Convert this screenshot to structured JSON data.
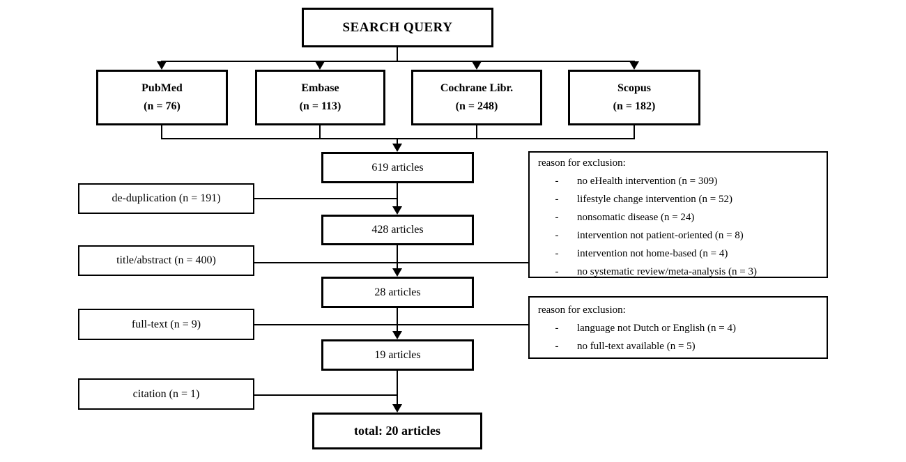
{
  "diagram": {
    "search_query": {
      "label": "SEARCH QUERY"
    },
    "databases": [
      {
        "name": "PubMed",
        "count": "(n = 76)"
      },
      {
        "name": "Embase",
        "count": "(n = 113)"
      },
      {
        "name": "Cochrane Libr.",
        "count": "(n = 248)"
      },
      {
        "name": "Scopus",
        "count": "(n = 182)"
      }
    ],
    "stages": [
      {
        "label": "619 articles"
      },
      {
        "label": "428 articles"
      },
      {
        "label": "28 articles"
      },
      {
        "label": "19 articles"
      }
    ],
    "total": {
      "label": "total: 20 articles"
    },
    "removals": [
      {
        "label": "de-duplication (n = 191)"
      },
      {
        "label": "title/abstract (n = 400)"
      },
      {
        "label": "full-text (n = 9)"
      },
      {
        "label": "citation (n = 1)"
      }
    ],
    "bullet_glyph": "-",
    "exclusions": [
      {
        "header": "reason for exclusion:",
        "items": [
          "no eHealth intervention (n = 309)",
          "lifestyle change intervention (n = 52)",
          "nonsomatic disease (n = 24)",
          "intervention not patient-oriented (n = 8)",
          "intervention not home-based (n = 4)",
          "no systematic review/meta-analysis (n = 3)"
        ]
      },
      {
        "header": "reason for exclusion:",
        "items": [
          "language not Dutch or English (n = 4)",
          "no full-text available (n = 5)"
        ]
      }
    ],
    "colors": {
      "line": "#000000",
      "background": "#ffffff",
      "text": "#000000"
    }
  }
}
